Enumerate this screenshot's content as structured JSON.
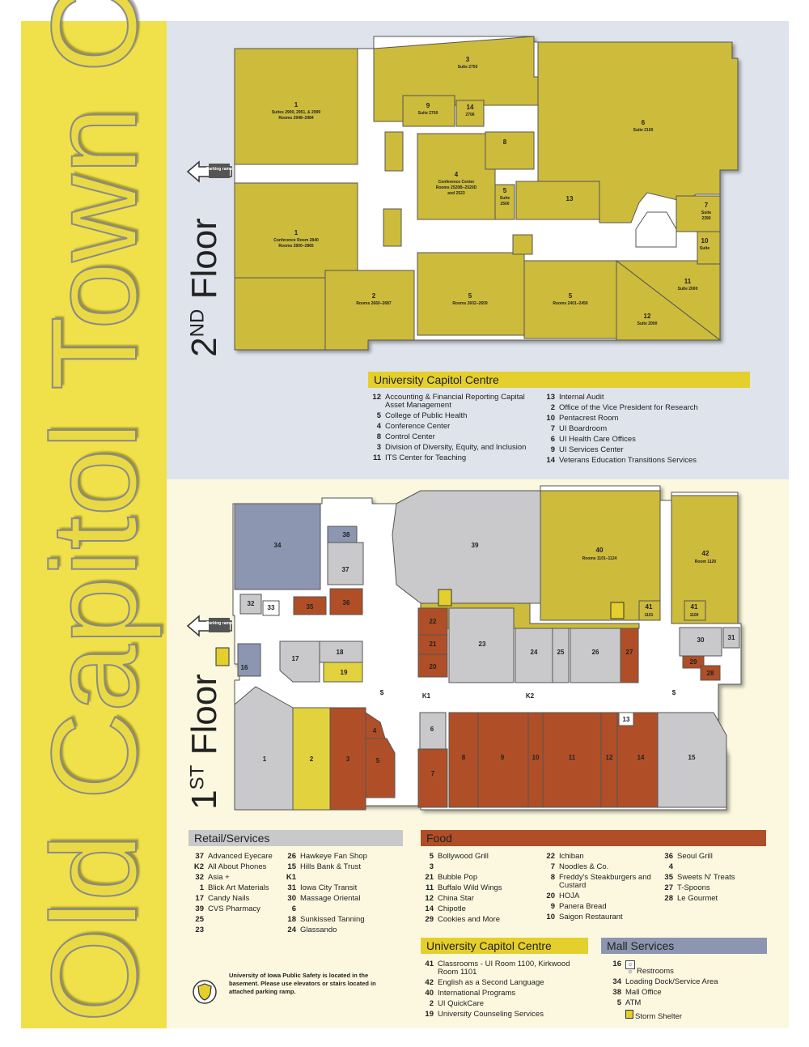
{
  "title": "Old Capitol Town Center",
  "floor2": {
    "label": "2",
    "label_sup": "ND",
    "label_word": "Floor",
    "parking_label": "Parking ramp",
    "rooms": [
      {
        "num": "1",
        "text1": "Suites 2900, 2951, & 2999",
        "text2": "Rooms 2948–2984"
      },
      {
        "num": "1",
        "text1": "Conference Room 2840",
        "text2": "Rooms 2800–2865"
      },
      {
        "num": "3",
        "text1": "Suite 2750"
      },
      {
        "num": "9",
        "text1": "Suite 2700"
      },
      {
        "num": "14",
        "text1": "2706"
      },
      {
        "num": "8"
      },
      {
        "num": "4",
        "text1": "Conference Center",
        "text2": "Rooms 2520B–2520D",
        "text3": "and 2523"
      },
      {
        "num": "5",
        "text1": "Suite",
        "text2": "2500"
      },
      {
        "num": "13"
      },
      {
        "num": "6",
        "text1": "Suite 2100"
      },
      {
        "num": "7",
        "text1": "Suite",
        "text2": "2390"
      },
      {
        "num": "10",
        "text1": "Suite"
      },
      {
        "num": "2",
        "text1": "Rooms 2660–2687"
      },
      {
        "num": "5",
        "text1": "Rooms 2602–2659"
      },
      {
        "num": "5",
        "text1": "Rooms 2401–2450"
      },
      {
        "num": "11",
        "text1": "Suite 2000"
      },
      {
        "num": "12",
        "text1": "Suite 2000"
      }
    ]
  },
  "ucc_top": {
    "header": "University Capitol Centre",
    "col1": [
      {
        "num": "12",
        "text": "Accounting & Financial Reporting Capital Asset Management"
      },
      {
        "num": "5",
        "text": "College of Public Health"
      },
      {
        "num": "4",
        "text": "Conference Center"
      },
      {
        "num": "8",
        "text": "Control Center"
      },
      {
        "num": "3",
        "text": "Division of Diversity, Equity, and Inclusion"
      },
      {
        "num": "11",
        "text": "ITS Center for Teaching"
      }
    ],
    "col2": [
      {
        "num": "13",
        "text": "Internal Audit"
      },
      {
        "num": "2",
        "text": "Office of the Vice President for Research"
      },
      {
        "num": "10",
        "text": "Pentacrest Room"
      },
      {
        "num": "7",
        "text": "UI Boardroom"
      },
      {
        "num": "6",
        "text": "UI Health Care Offices"
      },
      {
        "num": "9",
        "text": "UI Services Center"
      },
      {
        "num": "14",
        "text": "Veterans Education Transitions Services"
      }
    ]
  },
  "floor1": {
    "label": "1",
    "label_sup": "ST",
    "label_word": "Floor",
    "parking_label": "Parking ramp",
    "rooms40": "Rooms 1101–1124",
    "room42": "Room 1120",
    "room41a": "1101",
    "room41b": "1100",
    "markers": [
      "$",
      "K1",
      "K2",
      "$"
    ]
  },
  "retail": {
    "header": "Retail/Services",
    "col1": [
      {
        "num": "37",
        "text": "Advanced Eyecare"
      },
      {
        "num": "K2",
        "text": "All About Phones"
      },
      {
        "num": "32",
        "text": "Asia +"
      },
      {
        "num": "1",
        "text": "Blick Art Materials"
      },
      {
        "num": "17",
        "text": "Candy Nails"
      },
      {
        "num": "39",
        "text": "CVS Pharmacy"
      },
      {
        "num": "25",
        "text": ""
      },
      {
        "num": "23",
        "text": ""
      }
    ],
    "col2": [
      {
        "num": "26",
        "text": "Hawkeye Fan Shop"
      },
      {
        "num": "15",
        "text": "Hills Bank & Trust"
      },
      {
        "num": "K1",
        "text": ""
      },
      {
        "num": "31",
        "text": "Iowa City Transit"
      },
      {
        "num": "30",
        "text": "Massage Oriental"
      },
      {
        "num": "6",
        "text": ""
      },
      {
        "num": "18",
        "text": "Sunkissed Tanning"
      },
      {
        "num": "24",
        "text": "Glassando"
      }
    ]
  },
  "food": {
    "header": "Food",
    "col1": [
      {
        "num": "5",
        "text": "Bollywood Grill"
      },
      {
        "num": "3",
        "text": ""
      },
      {
        "num": "21",
        "text": "Bubble Pop"
      },
      {
        "num": "11",
        "text": "Buffalo Wild Wings"
      },
      {
        "num": "12",
        "text": "China Star"
      },
      {
        "num": "14",
        "text": "Chipotle"
      },
      {
        "num": "29",
        "text": "Cookies and More"
      }
    ],
    "col2": [
      {
        "num": "22",
        "text": "Ichiban"
      },
      {
        "num": "7",
        "text": "Noodles & Co."
      },
      {
        "num": "8",
        "text": "Freddy's Steakburgers and Custard"
      },
      {
        "num": "20",
        "text": "HOJA"
      },
      {
        "num": "9",
        "text": "Panera Bread"
      },
      {
        "num": "10",
        "text": "Saigon Restaurant"
      }
    ],
    "col3": [
      {
        "num": "36",
        "text": "Seoul Grill"
      },
      {
        "num": "4",
        "text": ""
      },
      {
        "num": "35",
        "text": "Sweets N' Treats"
      },
      {
        "num": "27",
        "text": "T-Spoons"
      },
      {
        "num": "28",
        "text": "Le Gourmet"
      }
    ]
  },
  "ucc_bottom": {
    "header": "University Capitol Centre",
    "items": [
      {
        "num": "41",
        "text": "Classrooms - UI Room 1100, Kirkwood Room 1101"
      },
      {
        "num": "42",
        "text": "English as a Second Language"
      },
      {
        "num": "40",
        "text": "International Programs"
      },
      {
        "num": "2",
        "text": "UI QuickCare"
      },
      {
        "num": "19",
        "text": "University Counseling Services"
      }
    ]
  },
  "mall_services": {
    "header": "Mall Services",
    "items": [
      {
        "num": "16",
        "icon": "restroom-icon",
        "text": "Restrooms"
      },
      {
        "num": "34",
        "text": "Loading Dock/Service Area"
      },
      {
        "num": "38",
        "text": "Mall Office"
      },
      {
        "num": "5",
        "text": "ATM"
      },
      {
        "num": "",
        "icon": "storm-shelter-icon",
        "text": "Storm Shelter"
      }
    ]
  },
  "police_note": "University of Iowa Public Safety is located in the basement. Please use elevators or stairs located in attached parking ramp.",
  "colors": {
    "office": "#cdbb3c",
    "retail": "#c9c9cb",
    "food": "#b04f27",
    "service": "#8c96b0",
    "yellow_unit": "#e2d23e",
    "corridor": "#ffffff"
  }
}
